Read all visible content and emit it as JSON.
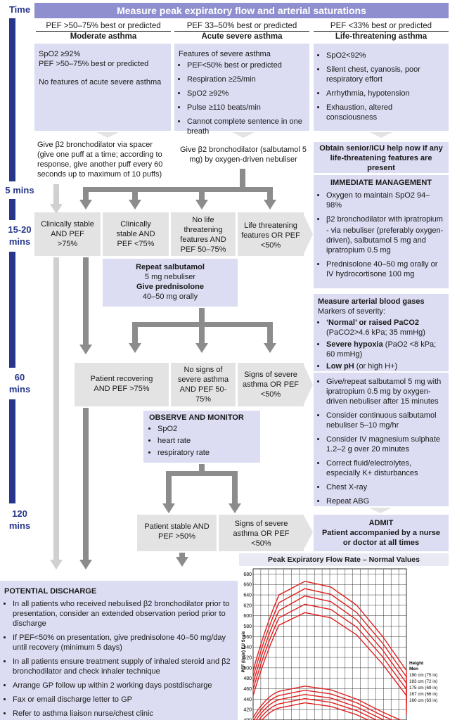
{
  "time_header": "Time",
  "banner": "Measure peak expiratory flow and arterial saturations",
  "columns": [
    {
      "line1": "PEF >50–75% best or predicted",
      "line2": "Moderate asthma"
    },
    {
      "line1": "PEF 33–50% best or predicted",
      "line2": "Acute severe asthma"
    },
    {
      "line1": "PEF <33% best or predicted",
      "line2": "Life-threatening asthma"
    }
  ],
  "moderate_features": [
    "SpO2 ≥92%",
    "PEF >50–75% best or predicted",
    "No features of acute severe asthma"
  ],
  "severe_intro": "Features of severe asthma",
  "severe_features": [
    "PEF<50% best or predicted",
    "Respiration ≥25/min",
    "SpO2 ≥92%",
    "Pulse ≥110 beats/min",
    "Cannot complete sentence in one breath"
  ],
  "life_features": [
    "SpO2<92%",
    "Silent chest, cyanosis, poor respiratory effort",
    "Arrhythmia, hypotension",
    "Exhaustion, altered consciousness"
  ],
  "give_spacer": "Give β2 bronchodilator via spacer (give one puff at a time; according to response, give another puff every 60 seconds up to maximum of 10 puffs)",
  "give_neb": "Give β2 bronchodilator (salbutamol 5 mg) by oxygen-driven nebuliser",
  "senior_help": "Obtain senior/ICU help now if any life-threatening features are present",
  "times": [
    "5 mins",
    "15-20 mins",
    "60 mins",
    "120 mins"
  ],
  "row1": [
    "Clinically stable AND PEF >75%",
    "Clinically stable AND PEF <75%",
    "No life threatening features AND PEF 50–75%",
    "Life threatening features OR PEF <50%"
  ],
  "repeat_box": {
    "l1": "Repeat salbutamol",
    "l2": "5 mg nebuliser",
    "l3": "Give prednisolone",
    "l4": "40–50 mg orally"
  },
  "immediate": {
    "title": "IMMEDIATE MANAGEMENT",
    "items": [
      "Oxygen to maintain SpO2 94–98%",
      "β2 bronchodilator with ipratropium",
      "- via nebuliser (preferably oxygen-driven), salbutamol 5 mg and ipratropium 0.5 mg",
      "Prednisolone 40–50 mg orally or IV hydrocortisone 100 mg"
    ]
  },
  "abg": {
    "title": "Measure arterial blood gases",
    "subtitle": "Markers of severity:",
    "items": [
      {
        "bold": "‘Normal’ or raised PaCO2",
        "rest": " (PaCO2>4.6 kPa; 35 mmHg)"
      },
      {
        "bold": "Severe hypoxia",
        "rest": " (PaO2 <8 kPa; 60 mmHg)"
      },
      {
        "bold": "Low pH",
        "rest": " (or high H+)"
      }
    ]
  },
  "row2": [
    "Patient recovering AND PEF >75%",
    "No signs of severe asthma AND PEF 50-75%",
    "Signs of severe asthma OR PEF <50%"
  ],
  "severe_mgmt": [
    "Give/repeat salbutamol 5 mg with ipratropium 0.5 mg by oxygen-driven nebuliser after 15 minutes",
    "Consider continuous salbutamol nebuliser 5–10 mg/hr",
    "Consider IV magnesium sulphate 1.2–2 g over 20 minutes",
    "Correct fluid/electrolytes, especially K+ disturbances",
    "Chest X-ray",
    "Repeat ABG"
  ],
  "observe": {
    "title": "OBSERVE AND MONITOR",
    "items": [
      "SpO2",
      "heart rate",
      "respiratory rate"
    ]
  },
  "row3": [
    "Patient stable AND PEF >50%",
    "Signs of severe asthma OR PEF <50%"
  ],
  "admit": {
    "title": "ADMIT",
    "text": "Patient accompanied by a nurse or doctor at all times"
  },
  "discharge": {
    "title": "POTENTIAL DISCHARGE",
    "items": [
      "In all patients who received nebulised β2 bronchodilator prior to presentation, consider an extended observation period prior to discharge",
      "If PEF<50% on presentation, give prednisolone 40–50 mg/day until recovery (minimum 5 days)",
      "In all patients ensure treatment supply of inhaled steroid and β2 bronchodilator and check inhaler technique",
      "Arrange GP follow up within 2 working days postdischarge",
      "Fax or email discharge letter to GP",
      "Refer to asthma liaison nurse/chest clinic"
    ]
  },
  "chart_data": {
    "type": "line",
    "title": "Peak Expiratory Flow Rate – Normal Values",
    "ylabel": "PEF (l/min) EU Scale",
    "ylim": [
      400,
      690
    ],
    "y_ticks": [
      400,
      420,
      440,
      460,
      480,
      500,
      520,
      540,
      560,
      580,
      600,
      620,
      640,
      660,
      680
    ],
    "legend_title": "Height",
    "legend_group": "Men",
    "legend_items": [
      "190 cm (75 in)",
      "183 cm (72 in)",
      "175 cm (69 in)",
      "167 cm (66 in)",
      "160 cm (63 in)"
    ],
    "grid": true,
    "series_color": "#e02020",
    "series": [
      {
        "values": [
          495,
          640,
          666,
          655,
          620,
          560,
          495,
          455
        ]
      },
      {
        "values": [
          483,
          625,
          652,
          641,
          606,
          547,
          483,
          444
        ]
      },
      {
        "values": [
          471,
          610,
          638,
          627,
          592,
          534,
          471,
          433
        ]
      },
      {
        "values": [
          459,
          596,
          622,
          612,
          578,
          521,
          459,
          422
        ]
      },
      {
        "values": [
          447,
          582,
          606,
          596,
          563,
          507,
          447,
          411
        ]
      },
      {
        "values": [
          405,
          455,
          465,
          458,
          440,
          415,
          395,
          385
        ]
      },
      {
        "values": [
          398,
          447,
          457,
          450,
          433,
          408,
          388,
          378
        ]
      },
      {
        "values": [
          391,
          439,
          449,
          442,
          425,
          401,
          381,
          371
        ]
      },
      {
        "values": [
          384,
          431,
          441,
          434,
          418,
          394,
          374,
          364
        ]
      },
      {
        "values": [
          377,
          423,
          433,
          426,
          410,
          387,
          367,
          357
        ]
      }
    ]
  }
}
